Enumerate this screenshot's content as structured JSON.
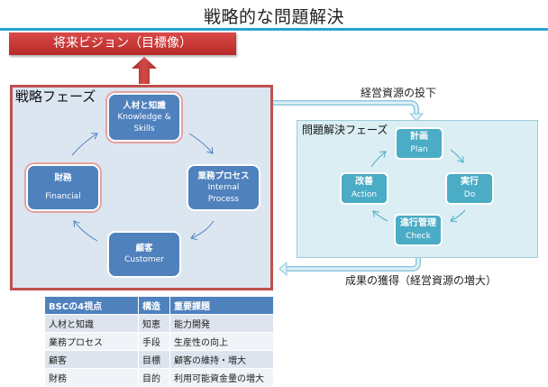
{
  "title": "戦略的な問題解決",
  "vision": "将来ビジョン（目標像）",
  "strategy_phase": {
    "label": "戦略フェーズ",
    "nodes": [
      {
        "jp": "人材と知識",
        "en": "Knowledge & Skills"
      },
      {
        "jp": "業務プロセス",
        "en": "Internal Process"
      },
      {
        "jp": "顧客",
        "en": "Customer"
      },
      {
        "jp": "財務",
        "en": "Financial"
      }
    ]
  },
  "problem_solving_phase": {
    "label": "問題解決フェーズ",
    "nodes": [
      {
        "jp": "計画",
        "en": "Plan"
      },
      {
        "jp": "実行",
        "en": "Do"
      },
      {
        "jp": "進行管理",
        "en": "Check"
      },
      {
        "jp": "改善",
        "en": "Action"
      }
    ]
  },
  "flows": {
    "input_label": "経営資源の投下",
    "output_label": "成果の獲得（経営資源の増大）"
  },
  "table": {
    "headers": [
      "BSCの4視点",
      "構造",
      "重要課題"
    ],
    "rows": [
      [
        "人材と知識",
        "知恵",
        "能力開発"
      ],
      [
        "業務プロセス",
        "手段",
        "生産性の向上"
      ],
      [
        "顧客",
        "目標",
        "顧客の維持・増大"
      ],
      [
        "財務",
        "目的",
        "利用可能資金量の増大"
      ]
    ]
  },
  "colors": {
    "title_rule": "#27a3d3",
    "vision_red": "#c0504d",
    "strategy_node": "#4f81bd",
    "strategy_bg": "#dce6f1",
    "pdca_node": "#4bacc6",
    "pdca_bg": "#daeef3"
  }
}
